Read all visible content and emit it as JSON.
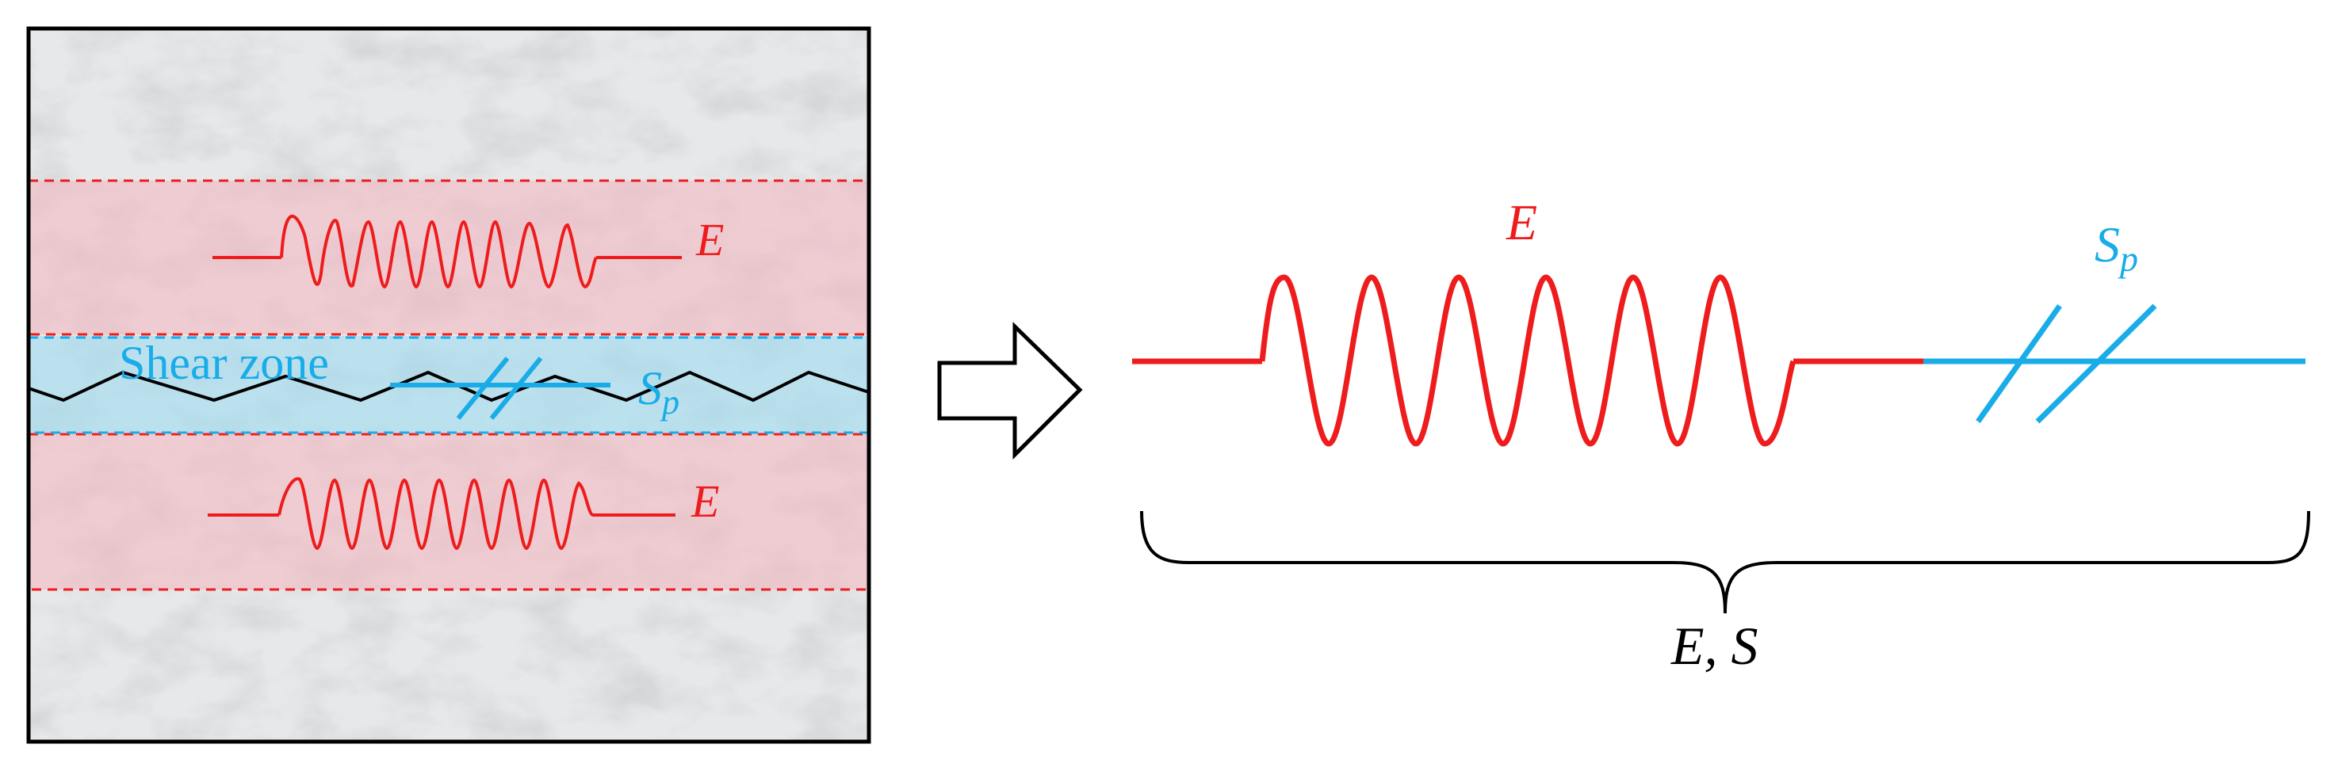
{
  "left_panel": {
    "label_E_top": "E",
    "label_E_bottom": "E",
    "shear_zone_label": "Shear zone",
    "label_Sp": "S",
    "label_Sp_sub": "p"
  },
  "right_panel": {
    "label_E": "E",
    "label_Sp": "S",
    "label_Sp_sub": "p",
    "brace_label": "E, S"
  },
  "colors": {
    "red": "#ee1c1c",
    "cyan": "#18ace8",
    "black": "#000000",
    "red_band": "#f2c7cb",
    "cyan_band": "#bfe3ef",
    "rock": "#e4e6e8"
  }
}
